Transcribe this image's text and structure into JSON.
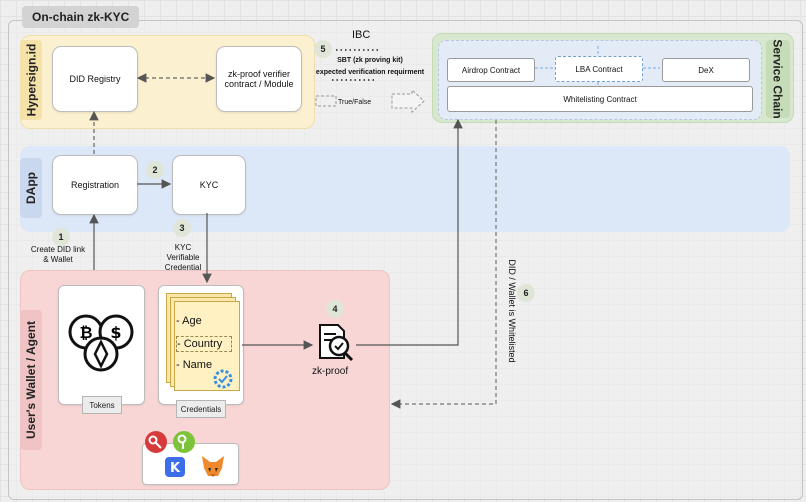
{
  "header": {
    "title": "On-chain zk-KYC"
  },
  "lanes": {
    "hypersign": "Hypersign.id",
    "dapp": "DApp",
    "wallet": "User's Wallet / Agent",
    "service": "Service Chain"
  },
  "boxes": {
    "did_registry": "DID Registry",
    "verifier": "zk-proof verifier contract / Module",
    "registration": "Registration",
    "kyc": "KYC",
    "airdrop": "Airdrop Contract",
    "lba": "LBA Contract",
    "dex": "DeX",
    "whitelisting": "Whitelisting Contract"
  },
  "ibc": {
    "title": "IBC",
    "sbt": "SBT (zk proving kit)",
    "expected": "expected verification requirment",
    "truefalse": "True/False"
  },
  "steps": {
    "s1": "1",
    "s2": "2",
    "s3": "3",
    "s4": "4",
    "s5": "5",
    "s6": "6"
  },
  "labels": {
    "create_did": "Create DID link\n& Wallet",
    "kyc_vc": "KYC\nVerifiable\nCredential",
    "zkproof": "zk-proof",
    "whitelisted": "DID / Wallet is Whitelisted"
  },
  "cards": {
    "tokens": "Tokens",
    "credentials": "Credentials",
    "attr_age": "- Age",
    "attr_country": "- Country",
    "attr_name": "- Name"
  },
  "colors": {
    "hypersign_band": "#fbf0cf",
    "dapp_band": "#dce8f8",
    "wallet_band": "#f8d6d6",
    "service_band": "#d8e8cf",
    "service_inner": "#e3ebf6"
  }
}
